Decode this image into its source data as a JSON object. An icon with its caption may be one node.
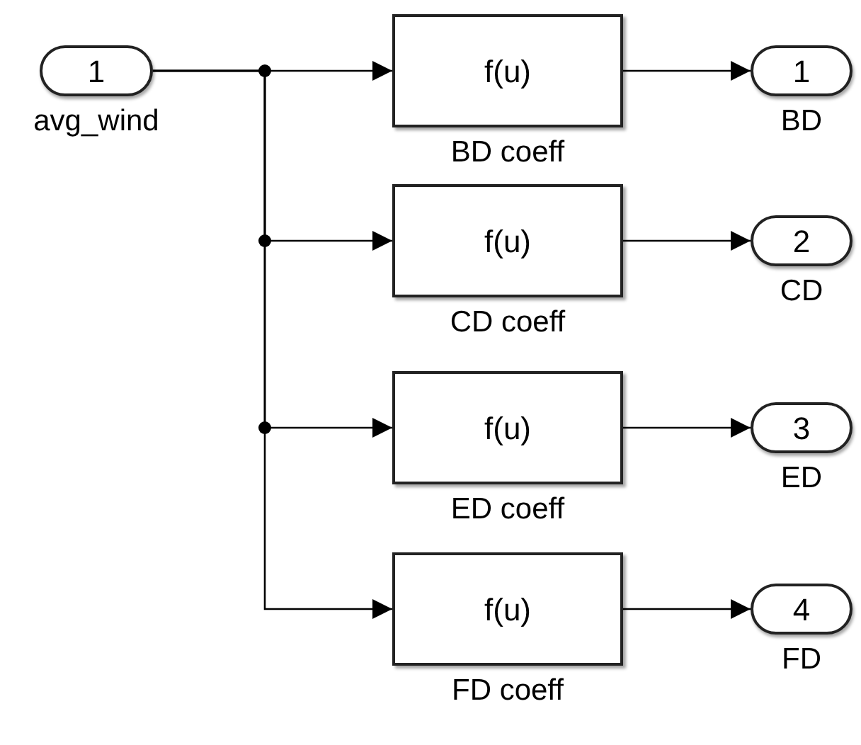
{
  "diagram": {
    "nodes": [
      {
        "text": [
          "1"
        ],
        "beside": [
          "avg_wind"
        ]
      },
      {
        "text": [
          "f(u)"
        ],
        "beside": [
          "BD coeff"
        ]
      },
      {
        "text": [
          "f(u)"
        ],
        "beside": [
          "CD coeff"
        ]
      },
      {
        "text": [
          "f(u)"
        ],
        "beside": [
          "ED coeff"
        ]
      },
      {
        "text": [
          "f(u)"
        ],
        "beside": [
          "FD coeff"
        ]
      },
      {
        "text": [
          "1"
        ],
        "beside": [
          "BD"
        ]
      },
      {
        "text": [
          "2"
        ],
        "beside": [
          "CD"
        ]
      },
      {
        "text": [
          "3"
        ],
        "beside": [
          "ED"
        ]
      },
      {
        "text": [
          "4"
        ],
        "beside": [
          "FD"
        ]
      }
    ],
    "edges": [
      {
        "from": 0,
        "to": 1,
        "arrow": "to"
      },
      {
        "from": 0,
        "to": 2,
        "arrow": "to"
      },
      {
        "from": 0,
        "to": 3,
        "arrow": "to"
      },
      {
        "from": 0,
        "to": 4,
        "arrow": "to"
      },
      {
        "from": 1,
        "to": 5,
        "arrow": "to"
      },
      {
        "from": 2,
        "to": 6,
        "arrow": "to"
      },
      {
        "from": 3,
        "to": 7,
        "arrow": "to"
      },
      {
        "from": 4,
        "to": 8,
        "arrow": "to"
      }
    ]
  }
}
